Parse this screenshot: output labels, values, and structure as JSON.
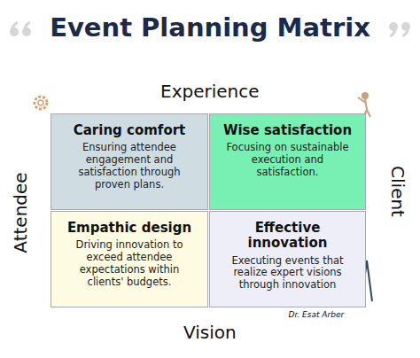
{
  "diagram": {
    "title": "Event Planning Matrix",
    "nodes": [
      {
        "text": [
          "Caring comfort",
          "Ensuring attendee engagement and satisfaction through proven plans."
        ]
      },
      {
        "text": [
          "Wise satisfaction",
          "Focusing on sustainable execution and satisfaction."
        ]
      },
      {
        "text": [
          "Empathic design",
          "Driving innovation to exceed attendee expectations within clients' budgets."
        ]
      },
      {
        "text": [
          "Effective innovation",
          "Executing events that realize expert visions through innovation"
        ]
      }
    ],
    "labels": [
      "Experience",
      "Attendee",
      "Client",
      "Vision",
      "Dr. Esat Arber"
    ]
  }
}
